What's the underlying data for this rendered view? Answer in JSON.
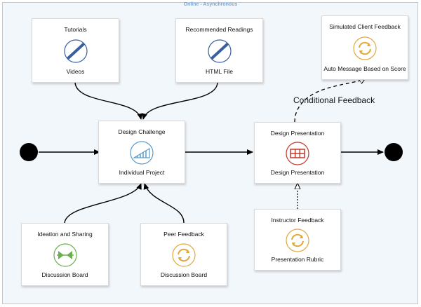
{
  "frame": {
    "title": "Online - Asynchronous"
  },
  "nodes": {
    "tutorials": {
      "title": "Tutorials",
      "subtitle": "Videos",
      "icon": "video-icon",
      "color": "#3a5fa0"
    },
    "readings": {
      "title": "Recommended Readings",
      "subtitle": "HTML File",
      "icon": "html-file-icon",
      "color": "#3a5fa0"
    },
    "client_feedback": {
      "title": "Simulated Client Feedback",
      "subtitle": "Auto Message Based on Score",
      "icon": "cycle-icon",
      "color": "#e0a93a"
    },
    "design_challenge": {
      "title": "Design Challenge",
      "subtitle": "Individual Project",
      "icon": "progress-icon",
      "color": "#5a9cc8"
    },
    "design_presentation": {
      "title": "Design Presentation",
      "subtitle": "Design Presentation",
      "icon": "grid-icon",
      "color": "#c0392b"
    },
    "ideation": {
      "title": "Ideation and Sharing",
      "subtitle": "Discussion Board",
      "icon": "merge-arrows-icon",
      "color": "#6ab04c"
    },
    "peer_feedback": {
      "title": "Peer Feedback",
      "subtitle": "Discussion Board",
      "icon": "cycle-icon",
      "color": "#e0a93a"
    },
    "instructor_feedback": {
      "title": "Instructor Feedback",
      "subtitle": "Presentation Rubric",
      "icon": "cycle-icon",
      "color": "#e0a93a"
    }
  },
  "edges": {
    "conditional_label": "Conditional Feedback"
  }
}
